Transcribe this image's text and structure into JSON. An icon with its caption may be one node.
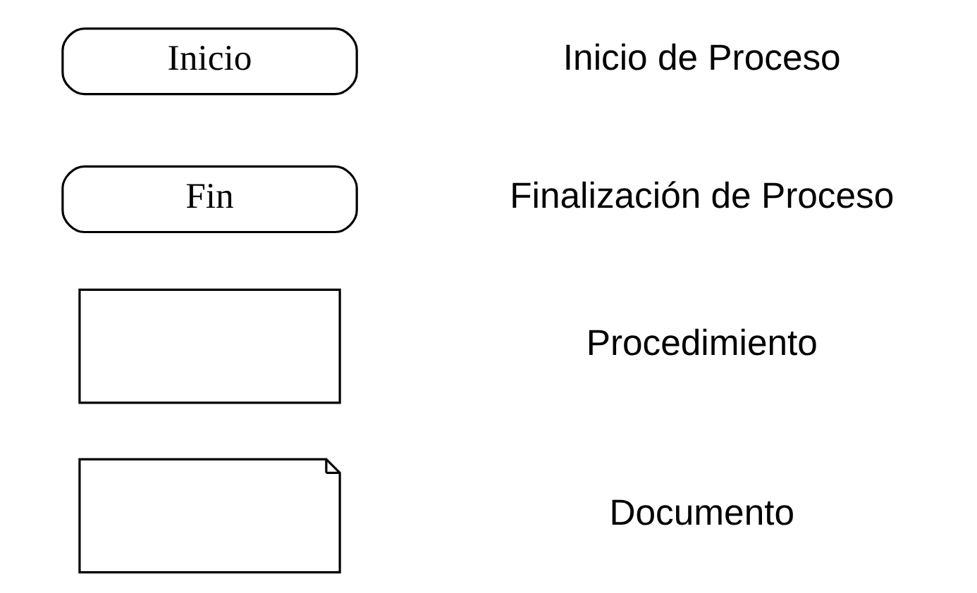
{
  "diagram": {
    "nodes": [
      {
        "text": [
          "Inicio"
        ]
      },
      {
        "text": [
          "Fin"
        ]
      },
      {
        "text": [],
        "shape": "box"
      },
      {
        "text": [],
        "shape": "document"
      }
    ],
    "labels": [
      "Inicio de Proceso",
      "Finalización de Proceso",
      "Procedimiento",
      "Documento"
    ]
  }
}
